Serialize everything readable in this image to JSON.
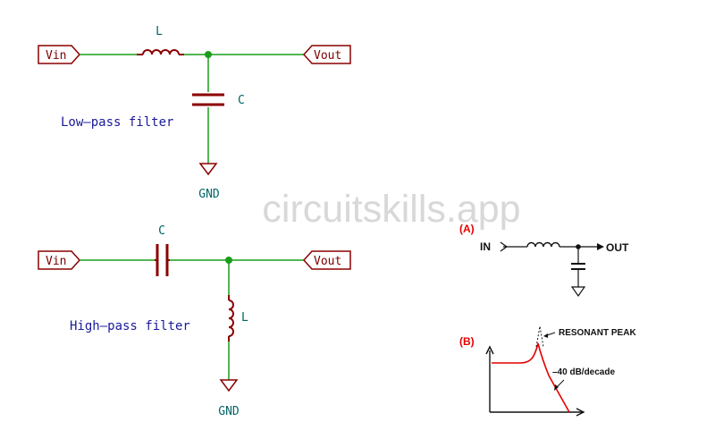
{
  "watermark": "circuitskills.app",
  "lowpass": {
    "title": "Low—pass filter",
    "input_port": "Vin",
    "output_port": "Vout",
    "inductor_label": "L",
    "capacitor_label": "C",
    "ground_label": "GND"
  },
  "highpass": {
    "title": "High—pass filter",
    "input_port": "Vin",
    "output_port": "Vout",
    "capacitor_label": "C",
    "inductor_label": "L",
    "ground_label": "GND"
  },
  "panel_a": {
    "tag": "(A)",
    "in_label": "IN",
    "out_label": "OUT"
  },
  "panel_b": {
    "tag": "(B)",
    "peak_label": "RESONANT PEAK",
    "slope_label": "–40 dB/decade"
  },
  "colors": {
    "wire": "#1a9e1a",
    "component": "#8b0000",
    "port_text": "#7a0000",
    "label_teal": "#006666",
    "title_blue": "#1a1a99",
    "response_red": "#e60000",
    "junction": "#1a9e1a"
  }
}
